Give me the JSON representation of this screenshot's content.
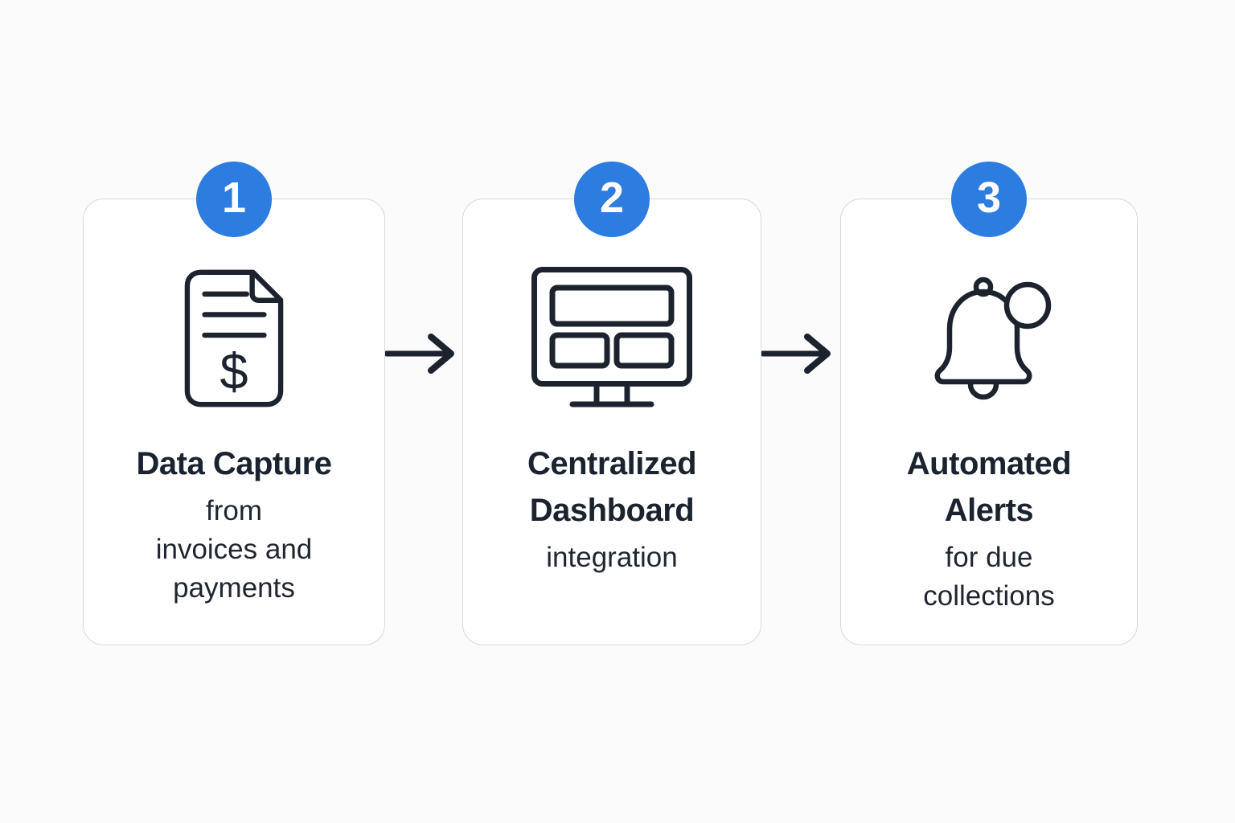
{
  "diagram": {
    "type": "process-flow",
    "step_count": 3,
    "colors": {
      "accent_badge": "#2D7CE0",
      "badge_text": "#FFFFFF",
      "icon_ink": "#1C232E",
      "title_text": "#1B2330",
      "subtitle_text": "#1F2630",
      "card_background": "#FFFFFF",
      "card_border": "#D8D9DE",
      "page_background": "#FBFBFC"
    }
  },
  "steps": [
    {
      "number": "1",
      "title": "Data Capture",
      "subtitle": "from\ninvoices and\npayments",
      "icon": "invoice-document-icon",
      "icon_glyph": "$"
    },
    {
      "number": "2",
      "title": "Centralized\nDashboard",
      "subtitle": "integration",
      "icon": "dashboard-monitor-icon"
    },
    {
      "number": "3",
      "title": "Automated\nAlerts",
      "subtitle": "for due\ncollections",
      "icon": "alert-bell-icon"
    }
  ],
  "connectors": [
    {
      "type": "arrow-right",
      "from": "step-1",
      "to": "step-2"
    },
    {
      "type": "arrow-right",
      "from": "step-2",
      "to": "step-3"
    }
  ]
}
